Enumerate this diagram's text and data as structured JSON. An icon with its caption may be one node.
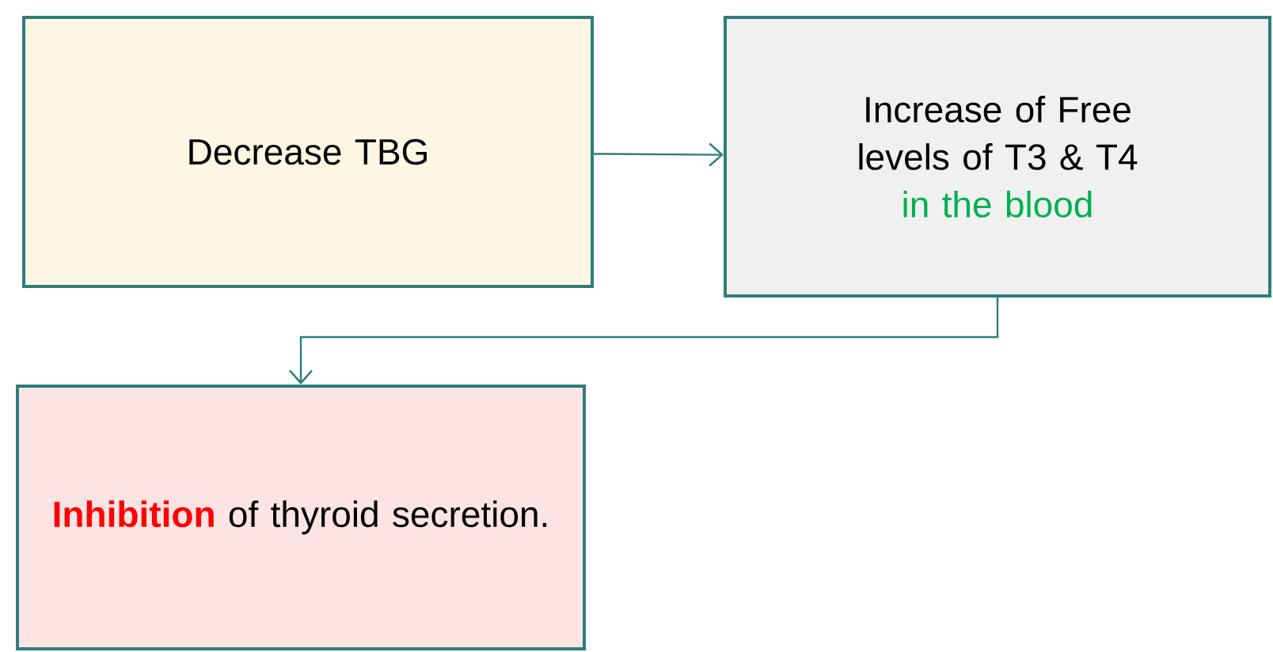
{
  "diagram": {
    "nodes": [
      {
        "text": [
          "Decrease TBG"
        ]
      },
      {
        "text": [
          "Increase of Free levels of T3 & T4",
          "in the blood"
        ]
      },
      {
        "text": [
          "Inhibition",
          "of thyroid secretion."
        ]
      }
    ],
    "edges": [
      {
        "from": 0,
        "to": 1,
        "arrow": "to"
      },
      {
        "from": 1,
        "to": 2,
        "arrow": "to"
      }
    ]
  }
}
